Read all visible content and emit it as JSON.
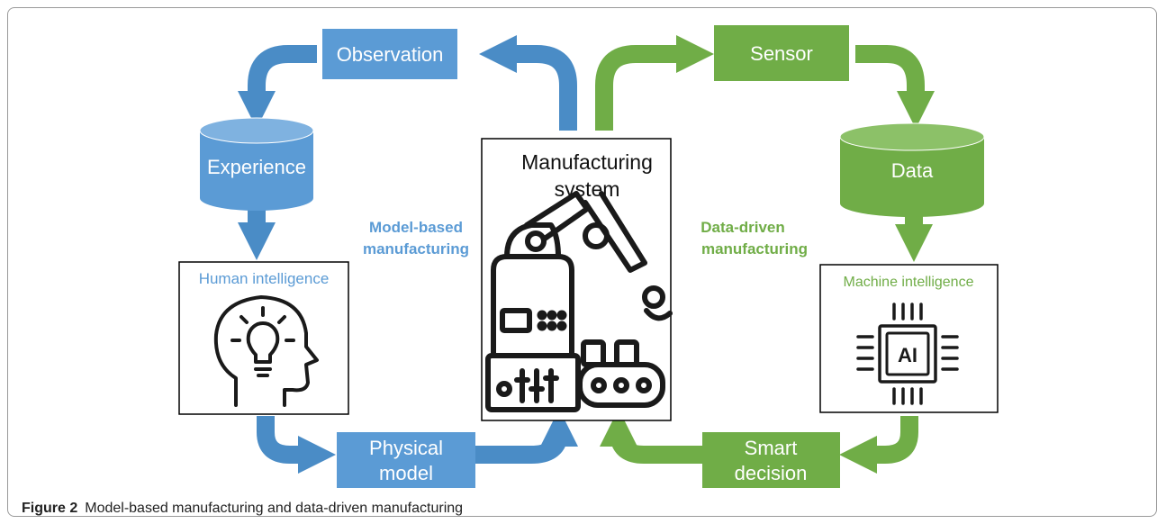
{
  "nodes": {
    "observation": "Observation",
    "experience": "Experience",
    "human_intelligence": "Human intelligence",
    "physical_model_line1": "Physical",
    "physical_model_line2": "model",
    "manufacturing_line1": "Manufacturing",
    "manufacturing_line2": "system",
    "sensor": "Sensor",
    "data": "Data",
    "machine_intelligence": "Machine intelligence",
    "smart_decision_line1": "Smart",
    "smart_decision_line2": "decision",
    "ai_chip_text": "AI"
  },
  "labels": {
    "model_based_line1": "Model-based",
    "model_based_line2": "manufacturing",
    "data_driven_line1": "Data-driven",
    "data_driven_line2": "manufacturing"
  },
  "caption": {
    "figure_number": "Figure 2",
    "text": "Model-based manufacturing and data-driven manufacturing"
  },
  "colors": {
    "blue": "#4a8cc6",
    "blue_light": "#5b9bd5",
    "green": "#70ad47",
    "blue_text": "#5b9bd5",
    "green_text": "#70ad47",
    "dark_icon": "#1a1a1a"
  }
}
